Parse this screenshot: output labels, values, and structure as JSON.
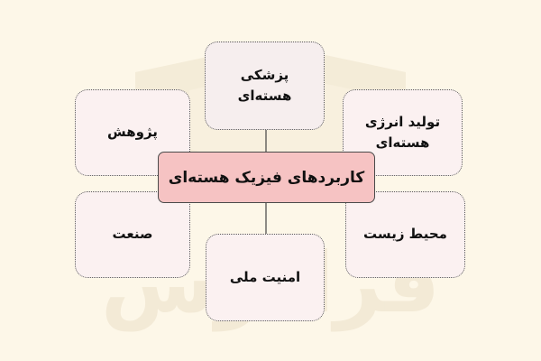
{
  "diagram": {
    "center": {
      "label": "کاربردهای فیزیک هسته‌ای"
    },
    "nodes": [
      {
        "id": "medicine",
        "label": "پزشکی هسته‌ای"
      },
      {
        "id": "research",
        "label": "پژوهش"
      },
      {
        "id": "energy",
        "label": "تولید انرژی\nهسته‌ای"
      },
      {
        "id": "industry",
        "label": "صنعت"
      },
      {
        "id": "environment",
        "label": "محیط زیست"
      },
      {
        "id": "security",
        "label": "امنیت ملی"
      }
    ]
  },
  "colors": {
    "background": "#fdf7e8",
    "center_fill": "#f6c3c3",
    "node_fill": "#fbf1f1",
    "border": "#5a5a5a",
    "watermark": "#f3ead6"
  },
  "watermark": {
    "text": "فرادرس"
  }
}
